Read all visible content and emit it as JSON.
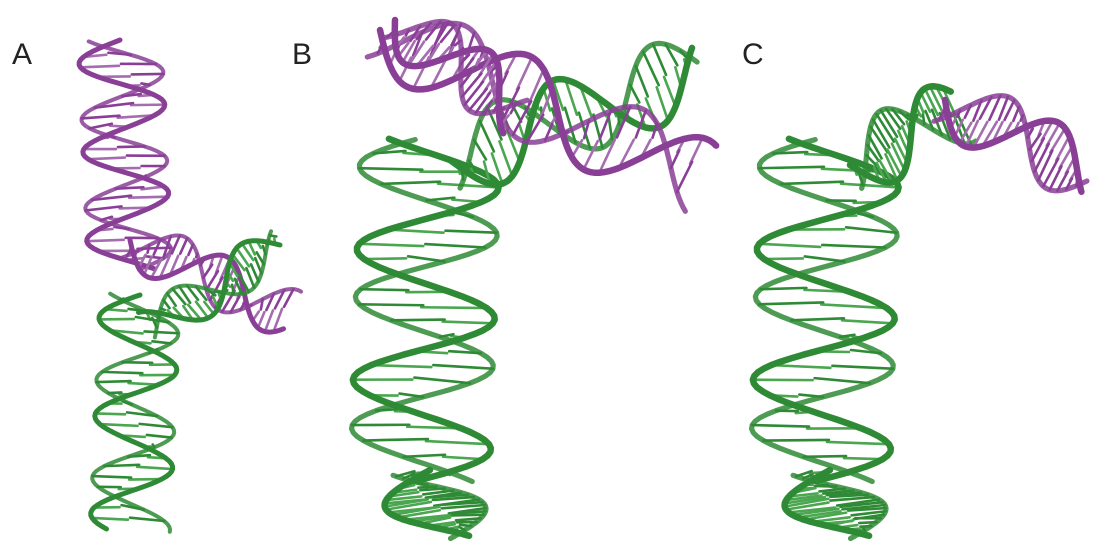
{
  "panels": [
    {
      "label": "A",
      "strands": [
        "purple",
        "green"
      ]
    },
    {
      "label": "B",
      "strands": [
        "purple",
        "green"
      ]
    },
    {
      "label": "C",
      "strands": [
        "purple",
        "green"
      ]
    }
  ],
  "colors": {
    "purple_strand": "#8a3f97",
    "purple_rung": "#a56db0",
    "green_strand": "#2f8a35",
    "green_rung": "#4aa64f",
    "label_text": "#222222",
    "background": "#ffffff"
  }
}
